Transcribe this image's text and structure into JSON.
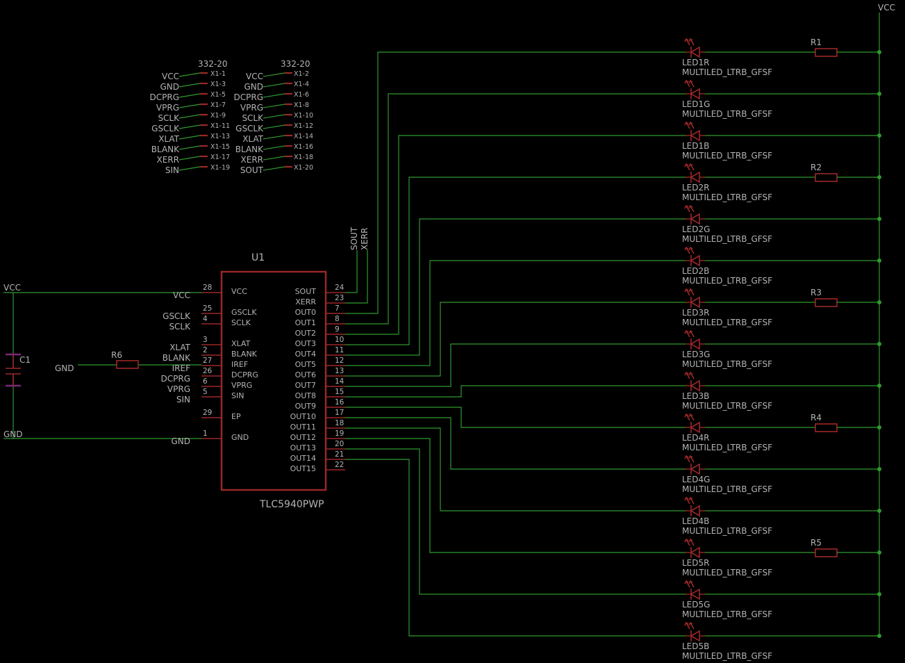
{
  "colors": {
    "background": "#000000",
    "wire": "#2f9a2f",
    "part": "#9c2828",
    "text": "#b4b4b4",
    "capacitor": "#7a2a7a"
  },
  "vcc_rail_label": "VCC",
  "left_vcc_label": "VCC",
  "left_gnd_label": "GND",
  "capacitor": {
    "name": "C1"
  },
  "r6": {
    "name": "R6",
    "gnd_label": "GND"
  },
  "ic": {
    "name": "U1",
    "value": "TLC5940PWP",
    "left_pins": [
      {
        "pin": "VCC",
        "num": "28",
        "net": "VCC"
      },
      {
        "pin": "GSCLK",
        "num": "25",
        "net": "GSCLK"
      },
      {
        "pin": "SCLK",
        "num": "4",
        "net": "SCLK"
      },
      {
        "pin": "XLAT",
        "num": "3",
        "net": "XLAT"
      },
      {
        "pin": "BLANK",
        "num": "2",
        "net": "BLANK"
      },
      {
        "pin": "IREF",
        "num": "27",
        "net": "IREF"
      },
      {
        "pin": "DCPRG",
        "num": "26",
        "net": "DCPRG"
      },
      {
        "pin": "VPRG",
        "num": "6",
        "net": "VPRG"
      },
      {
        "pin": "SIN",
        "num": "5",
        "net": "SIN"
      },
      {
        "pin": "EP",
        "num": "29",
        "net": ""
      },
      {
        "pin": "GND",
        "num": "1",
        "net": "GND"
      }
    ],
    "right_pins": [
      {
        "pin": "SOUT",
        "num": "24"
      },
      {
        "pin": "XERR",
        "num": "23"
      },
      {
        "pin": "OUT0",
        "num": "7"
      },
      {
        "pin": "OUT1",
        "num": "8"
      },
      {
        "pin": "OUT2",
        "num": "9"
      },
      {
        "pin": "OUT3",
        "num": "10"
      },
      {
        "pin": "OUT4",
        "num": "11"
      },
      {
        "pin": "OUT5",
        "num": "12"
      },
      {
        "pin": "OUT6",
        "num": "13"
      },
      {
        "pin": "OUT7",
        "num": "14"
      },
      {
        "pin": "OUT8",
        "num": "15"
      },
      {
        "pin": "OUT9",
        "num": "16"
      },
      {
        "pin": "OUT10",
        "num": "17"
      },
      {
        "pin": "OUT11",
        "num": "18"
      },
      {
        "pin": "OUT12",
        "num": "19"
      },
      {
        "pin": "OUT13",
        "num": "20"
      },
      {
        "pin": "OUT14",
        "num": "21"
      },
      {
        "pin": "OUT15",
        "num": "22"
      }
    ]
  },
  "vertical_nets": {
    "sout": "SOUT",
    "xerr": "XERR"
  },
  "connectors": [
    {
      "title": "332-20",
      "pins": [
        {
          "net": "VCC",
          "pad": "X1-1"
        },
        {
          "net": "GND",
          "pad": "X1-3"
        },
        {
          "net": "DCPRG",
          "pad": "X1-5"
        },
        {
          "net": "VPRG",
          "pad": "X1-7"
        },
        {
          "net": "SCLK",
          "pad": "X1-9"
        },
        {
          "net": "GSCLK",
          "pad": "X1-11"
        },
        {
          "net": "XLAT",
          "pad": "X1-13"
        },
        {
          "net": "BLANK",
          "pad": "X1-15"
        },
        {
          "net": "XERR",
          "pad": "X1-17"
        },
        {
          "net": "SIN",
          "pad": "X1-19"
        }
      ]
    },
    {
      "title": "332-20",
      "pins": [
        {
          "net": "VCC",
          "pad": "X1-2"
        },
        {
          "net": "GND",
          "pad": "X1-4"
        },
        {
          "net": "DCPRG",
          "pad": "X1-6"
        },
        {
          "net": "VPRG",
          "pad": "X1-8"
        },
        {
          "net": "SCLK",
          "pad": "X1-10"
        },
        {
          "net": "GSCLK",
          "pad": "X1-12"
        },
        {
          "net": "XLAT",
          "pad": "X1-14"
        },
        {
          "net": "BLANK",
          "pad": "X1-16"
        },
        {
          "net": "XERR",
          "pad": "X1-18"
        },
        {
          "net": "SOUT",
          "pad": "X1-20"
        }
      ]
    }
  ],
  "leds": [
    {
      "name": "LED1R",
      "value": "MULTILED_LTRB_GFSF"
    },
    {
      "name": "LED1G",
      "value": "MULTILED_LTRB_GFSF"
    },
    {
      "name": "LED1B",
      "value": "MULTILED_LTRB_GFSF"
    },
    {
      "name": "LED2R",
      "value": "MULTILED_LTRB_GFSF"
    },
    {
      "name": "LED2G",
      "value": "MULTILED_LTRB_GFSF"
    },
    {
      "name": "LED2B",
      "value": "MULTILED_LTRB_GFSF"
    },
    {
      "name": "LED3R",
      "value": "MULTILED_LTRB_GFSF"
    },
    {
      "name": "LED3G",
      "value": "MULTILED_LTRB_GFSF"
    },
    {
      "name": "LED3B",
      "value": "MULTILED_LTRB_GFSF"
    },
    {
      "name": "LED4R",
      "value": "MULTILED_LTRB_GFSF"
    },
    {
      "name": "LED4G",
      "value": "MULTILED_LTRB_GFSF"
    },
    {
      "name": "LED4B",
      "value": "MULTILED_LTRB_GFSF"
    },
    {
      "name": "LED5R",
      "value": "MULTILED_LTRB_GFSF"
    },
    {
      "name": "LED5G",
      "value": "MULTILED_LTRB_GFSF"
    },
    {
      "name": "LED5B",
      "value": "MULTILED_LTRB_GFSF"
    }
  ],
  "resistors": [
    {
      "name": "R1",
      "led": 0
    },
    {
      "name": "R2",
      "led": 3
    },
    {
      "name": "R3",
      "led": 6
    },
    {
      "name": "R4",
      "led": 9
    },
    {
      "name": "R5",
      "led": 12
    }
  ]
}
